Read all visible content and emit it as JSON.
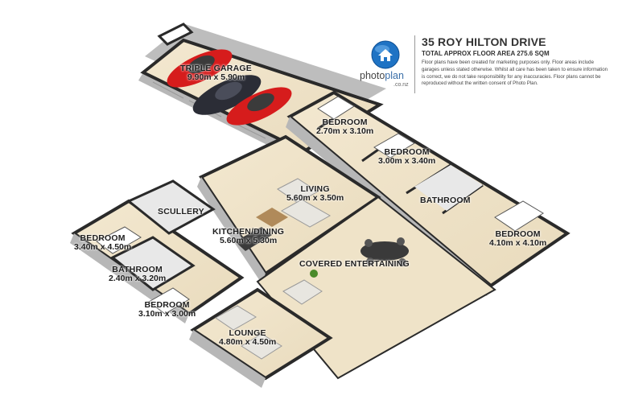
{
  "header": {
    "title": "35 ROY HILTON DRIVE",
    "area": "TOTAL APPROX FLOOR AREA 275.6 SQM",
    "disclaimer": "Floor plans have been created for marketing purposes only. Floor areas include garages unless stated otherwise. Whilst all care has been taken to ensure information is correct, we do not take responsibility for any inaccuracies. Floor plans cannot be reproduced without the written consent of Photo Plan."
  },
  "logo": {
    "word_a": "photo",
    "word_b": "plan",
    "suffix": ".co.nz",
    "icon": "house-icon",
    "color": "#1f73c4"
  },
  "colors": {
    "floor": "#efe2c6",
    "wall_top": "#2a2a2a",
    "wall_face": "#c9c9c9",
    "tile": "#e8e8e8",
    "car_red": "#d61c1c",
    "car_dark": "#2b2d36"
  },
  "rooms": [
    {
      "key": "garage",
      "name": "TRIPLE GARAGE",
      "dims": "9.90m x 5.90m"
    },
    {
      "key": "bed1",
      "name": "BEDROOM",
      "dims": "2.70m x 3.10m"
    },
    {
      "key": "bed2",
      "name": "BEDROOM",
      "dims": "3.00m x 3.40m"
    },
    {
      "key": "bath1",
      "name": "BATHROOM",
      "dims": ""
    },
    {
      "key": "bed3",
      "name": "BEDROOM",
      "dims": "4.10m x 4.10m"
    },
    {
      "key": "living",
      "name": "LIVING",
      "dims": "5.60m x 3.50m"
    },
    {
      "key": "scullery",
      "name": "SCULLERY",
      "dims": ""
    },
    {
      "key": "kitchen",
      "name": "KITCHEN/DINING",
      "dims": "5.60m x 5.30m"
    },
    {
      "key": "bed4",
      "name": "BEDROOM",
      "dims": "3.40m x 4.50m"
    },
    {
      "key": "bath2",
      "name": "BATHROOM",
      "dims": "2.40m x 3.20m"
    },
    {
      "key": "covered",
      "name": "COVERED ENTERTAINING",
      "dims": ""
    },
    {
      "key": "bed5",
      "name": "BEDROOM",
      "dims": "3.10m x 3.00m"
    },
    {
      "key": "lounge",
      "name": "LOUNGE",
      "dims": "4.80m x 4.50m"
    }
  ]
}
